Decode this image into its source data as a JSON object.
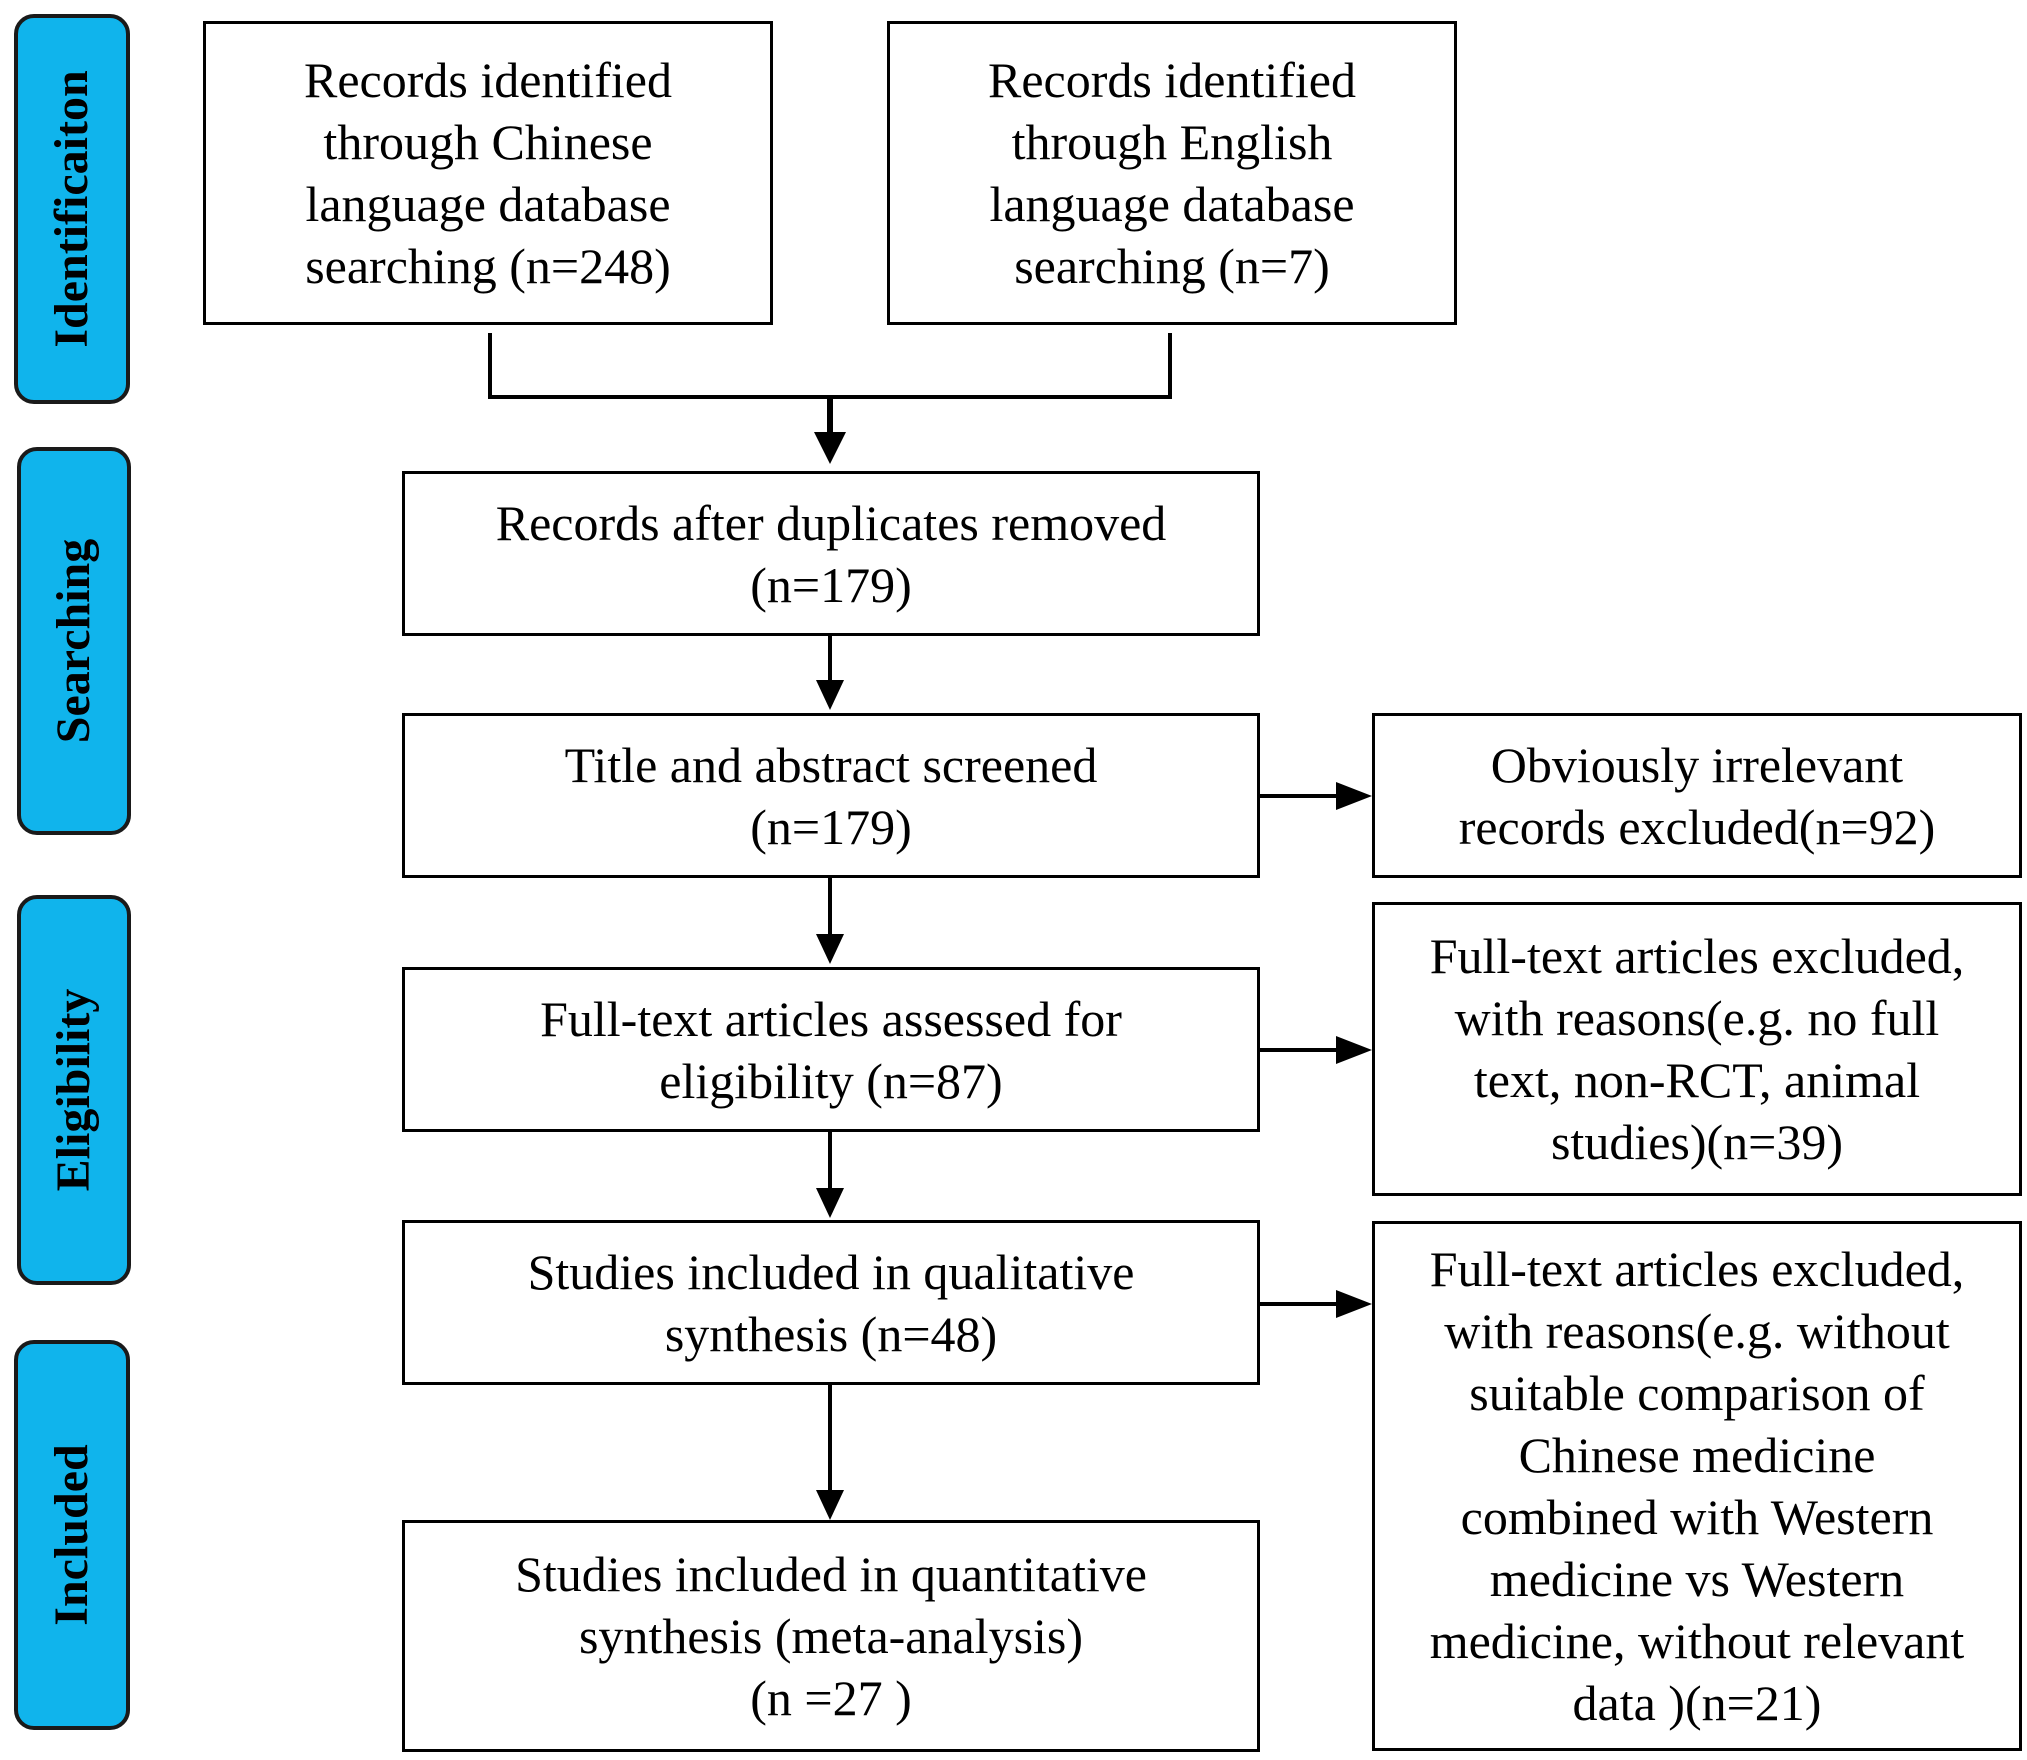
{
  "stages": {
    "identification": "Identificaiton",
    "searching": "Searching",
    "eligibility": "Eligibility",
    "included": "Included"
  },
  "boxes": {
    "chinese_records": "Records identified\nthrough Chinese\nlanguage database\nsearching (n=248)",
    "english_records": "Records identified\nthrough English\nlanguage database\nsearching (n=7)",
    "duplicates_removed": "Records after duplicates removed\n(n=179)",
    "title_abstract": "Title and abstract screened\n(n=179)",
    "irrelevant_excluded": "Obviously irrelevant\nrecords excluded(n=92)",
    "fulltext_assessed": "Full-text articles assessed for\neligibility (n=87)",
    "fulltext_excluded_1": "Full-text articles excluded,\nwith reasons(e.g. no full\ntext, non-RCT, animal\nstudies)(n=39)",
    "qualitative": "Studies included in qualitative\nsynthesis (n=48)",
    "fulltext_excluded_2": "Full-text articles excluded,\nwith reasons(e.g. without\nsuitable comparison of\nChinese medicine\ncombined with Western\nmedicine vs Western\nmedicine, without relevant\ndata )(n=21)",
    "quantitative": "Studies included in quantitative\nsynthesis (meta-analysis)\n(n =27 )"
  }
}
